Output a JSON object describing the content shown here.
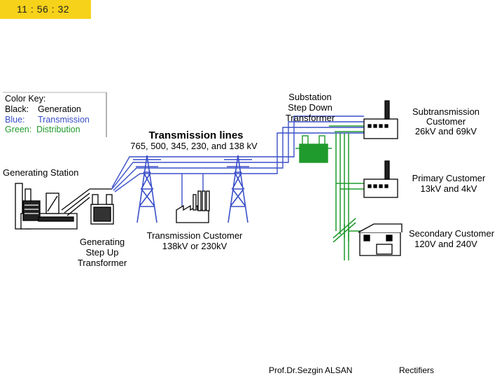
{
  "clock": {
    "time": "11 : 56 : 32"
  },
  "color_key": {
    "title": "Color Key:",
    "rows": [
      {
        "label": "Black:",
        "value": "Generation",
        "color": "#000000"
      },
      {
        "label": "Blue:",
        "value": "Transmission",
        "color": "#3a4fc8"
      },
      {
        "label": "Green:",
        "value": "Distribution",
        "color": "#1f9a2c"
      }
    ]
  },
  "colors": {
    "generation": "#000000",
    "transmission": "#3a4fc8",
    "distribution": "#1f9a2c",
    "clock_bg": "#f7d21a"
  },
  "labels": {
    "generating_station": "Generating Station",
    "step_up": [
      "Generating",
      "Step Up",
      "Transformer"
    ],
    "transmission_title": "Transmission lines",
    "transmission_voltages": "765, 500, 345, 230, and 138 kV",
    "transmission_customer": [
      "Transmission Customer",
      "138kV or 230kV"
    ],
    "substation": [
      "Substation",
      "Step Down",
      "Transformer"
    ],
    "subtransmission": [
      "Subtransmission",
      "Customer",
      "26kV and 69kV"
    ],
    "primary": [
      "Primary Customer",
      "13kV and 4kV"
    ],
    "secondary": [
      "Secondary Customer",
      "120V and 240V"
    ]
  },
  "footer": {
    "author": "Prof.Dr.Sezgin ALSAN",
    "topic": "Rectifiers"
  }
}
